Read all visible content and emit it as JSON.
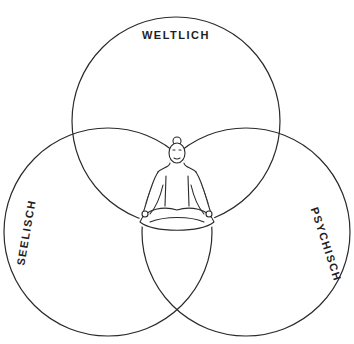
{
  "diagram": {
    "nodes": [
      {
        "text": [
          "WELTLICH"
        ]
      },
      {
        "text": [
          "SEELISCH"
        ]
      },
      {
        "text": [
          "PSYCHISCH"
        ]
      }
    ]
  }
}
